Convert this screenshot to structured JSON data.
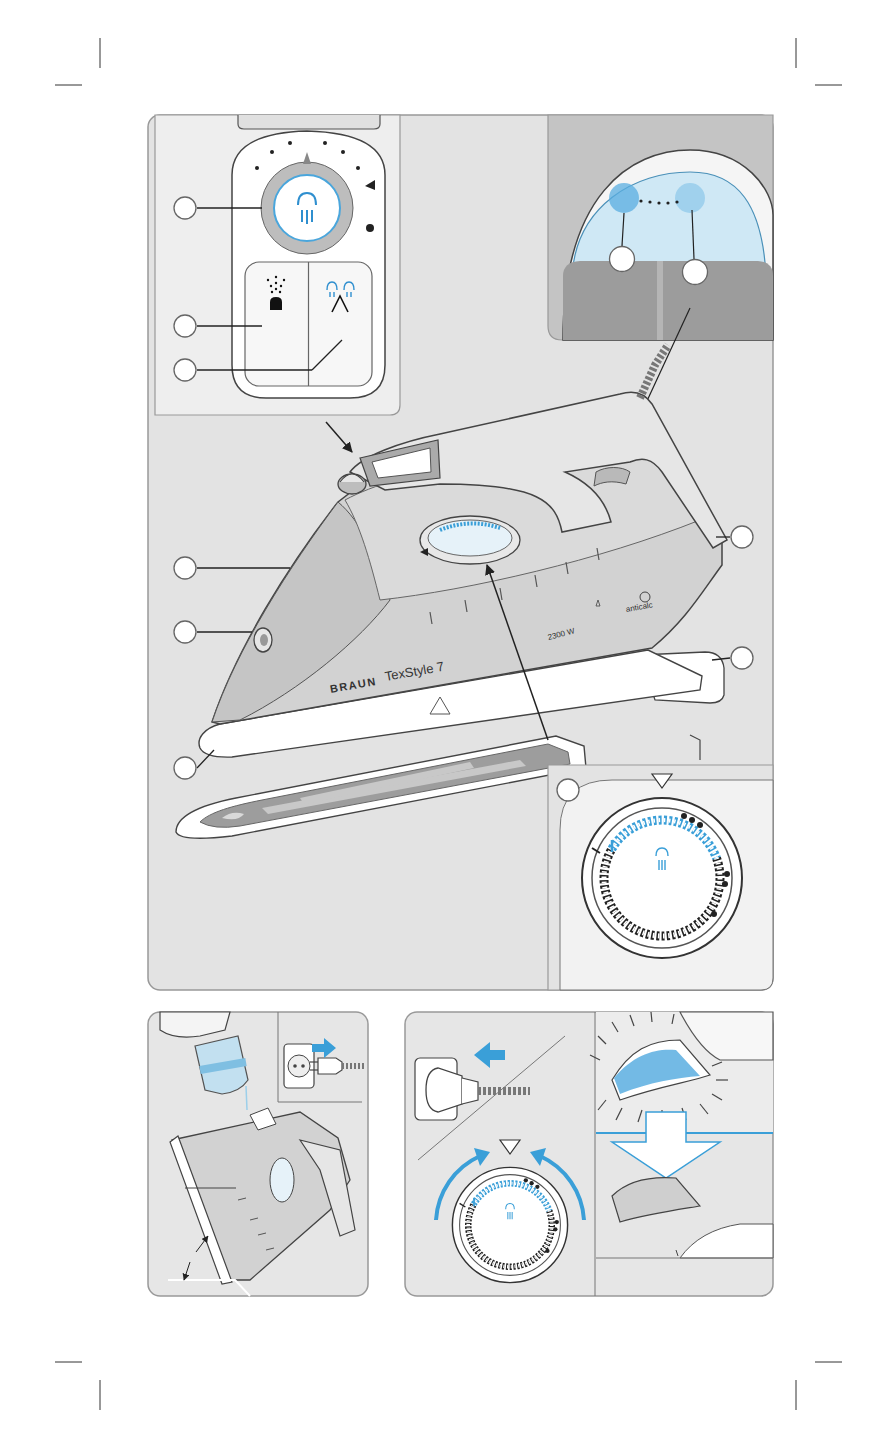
{
  "diagram": {
    "labels": [
      "BRAUN",
      "TexStyle 7",
      "2300 W",
      "anticalc"
    ]
  }
}
